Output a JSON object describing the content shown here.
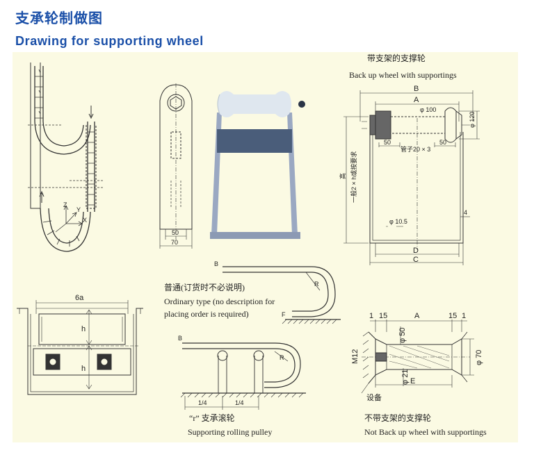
{
  "heading": {
    "cn": "支承轮制做图",
    "en": "Drawing for supporting wheel"
  },
  "backup_wheel": {
    "caption_cn": "带支架的支撑轮",
    "caption_en": "Back up wheel with supportings",
    "dims": {
      "B": "B",
      "A": "A",
      "D": "D",
      "C": "C",
      "phi100": "φ 100",
      "phi120": "φ 120",
      "phi105": "φ 10.5",
      "d50a": "50",
      "d50b": "50",
      "pipe": "管子20 × 3",
      "four": "4",
      "height": "高",
      "height_note": "一般2 × h或按要求"
    }
  },
  "ordinary": {
    "line1": "普通(订货时不必说明)",
    "line2": "Ordinary type (no description for",
    "line3": "placing order is required)",
    "B": "B",
    "R": "R",
    "F": "F"
  },
  "pulley": {
    "caption_cn": "“r” 支承滚轮",
    "caption_en": "Supporting rolling pulley",
    "B": "B",
    "R": "R",
    "q1": "1/4",
    "q2": "1/4"
  },
  "no_backup": {
    "caption_cn": "不带支架的支撑轮",
    "caption_en": "Not Back up wheel with supportings",
    "d1a": "1",
    "d15a": "15",
    "A": "A",
    "d15b": "15",
    "d1b": "1",
    "m12": "M12",
    "phi50": "φ 50",
    "phi21": "φ 21",
    "phi70": "φ 70",
    "E": "E",
    "equip": "设备"
  },
  "bracket": {
    "w50": "50",
    "w70": "70"
  },
  "cross_section": {
    "w6a": "6a",
    "h1": "h",
    "h2": "h"
  },
  "chain_axes": {
    "z": "Z",
    "y": "Y",
    "x": "X"
  }
}
